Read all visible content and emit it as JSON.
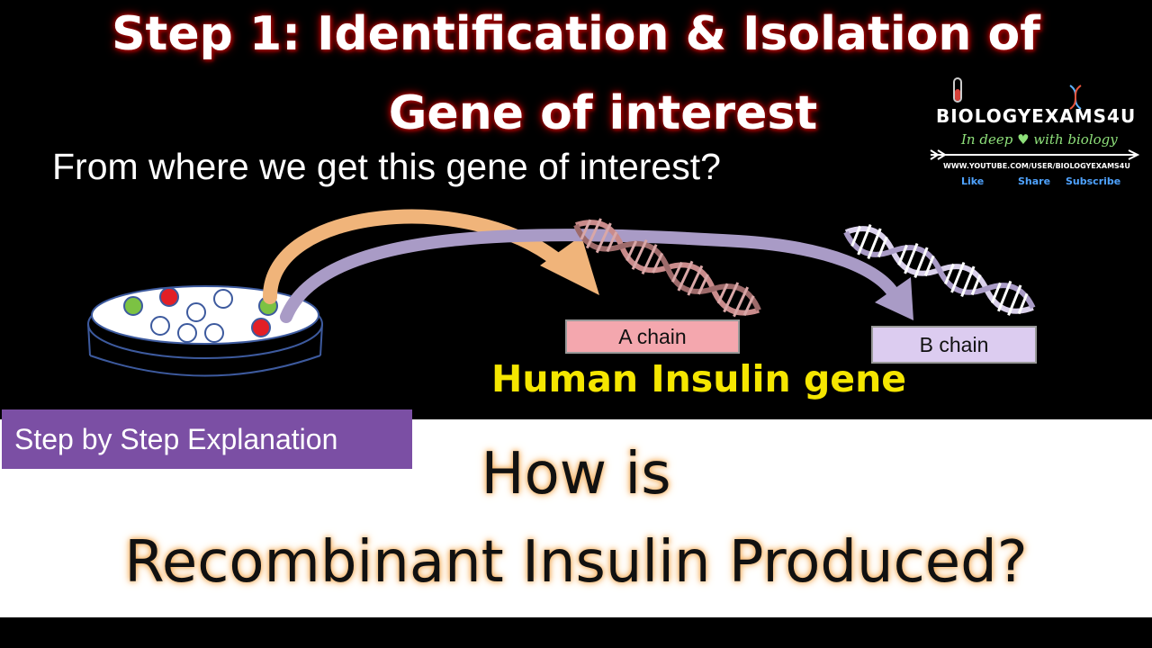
{
  "header": {
    "title_line1": "Step 1: Identification & Isolation of",
    "title_line2": "Gene of interest",
    "question": "From where we get this gene of interest?"
  },
  "logo": {
    "name": "BIOLOGYEXAMS4U",
    "tagline": "In deep ♥ with biology",
    "url": "WWW.YOUTUBE.COM/USER/BIOLOGYEXAMS4U",
    "links": [
      "Like",
      "Share",
      "Subscribe"
    ]
  },
  "diagram": {
    "chain_a": "A chain",
    "chain_b": "B chain",
    "gene_label": "Human Insulin gene"
  },
  "overlay": {
    "badge": "Step by Step Explanation",
    "line1": "How is",
    "line2": "Recombinant Insulin Produced?"
  },
  "colors": {
    "chain_a_bg": "#f4a7ae",
    "chain_b_bg": "#dcccf0",
    "gene_label": "#f5e600",
    "badge_bg": "#7b4fa4",
    "glow": "#f3a24a",
    "arrow_orange": "#f0b47a",
    "arrow_purple": "#a99bc6"
  }
}
